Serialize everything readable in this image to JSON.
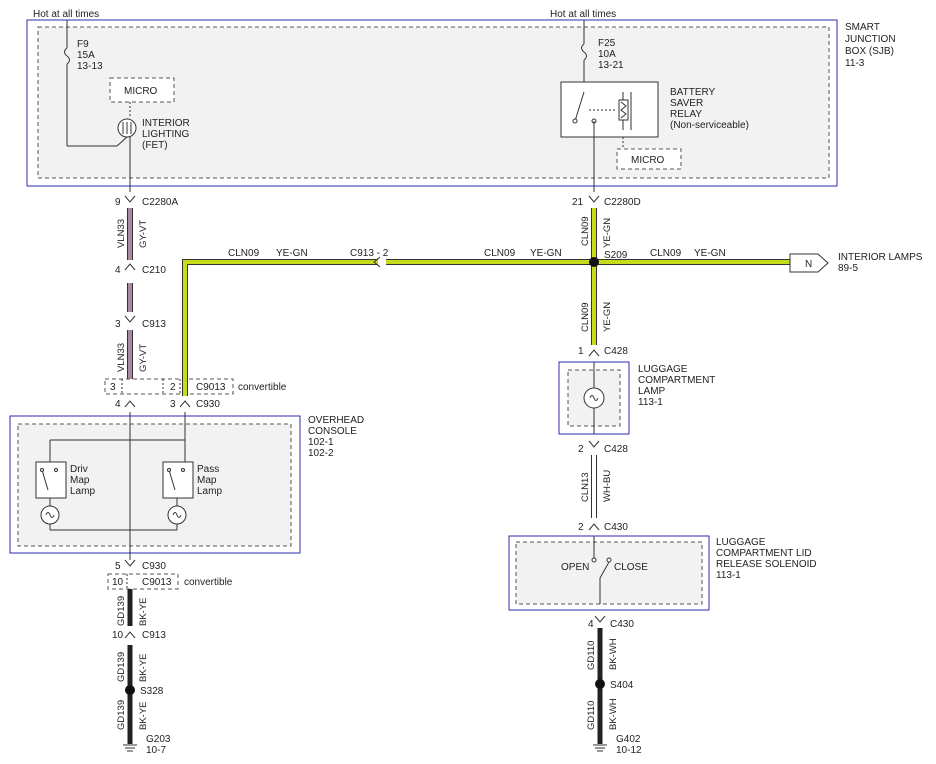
{
  "feeds": {
    "left": "Hot at all times",
    "right": "Hot at all times"
  },
  "sjb": {
    "title_1": "SMART",
    "title_2": "JUNCTION",
    "title_3": "BOX (SJB)",
    "ref": "11-3",
    "fuse_left": {
      "name": "F9",
      "rating": "15A",
      "ref": "13-13"
    },
    "fuse_right": {
      "name": "F25",
      "rating": "10A",
      "ref": "13-21"
    },
    "micro_left": "MICRO",
    "micro_right": "MICRO",
    "interior_lighting_1": "INTERIOR",
    "interior_lighting_2": "LIGHTING",
    "interior_lighting_3": "(FET)",
    "relay_1": "BATTERY",
    "relay_2": "SAVER",
    "relay_3": "RELAY",
    "relay_4": "(Non-serviceable)"
  },
  "connectors": {
    "c2280a_pin": "9",
    "c2280a": "C2280A",
    "c2280d_pin": "21",
    "c2280d": "C2280D",
    "c210_pin": "4",
    "c210": "C210",
    "c913_pin_a": "3",
    "c913_a": "C913",
    "c9013_pin_a": "3",
    "c9013_pin_b": "2",
    "c9013_a": "C9013",
    "convertible_a": "convertible",
    "c930_pin_a": "4",
    "c930_pin_b": "3",
    "c930_a": "C930",
    "c913_2": "C913 - 2",
    "s209": "S209",
    "c428_pin_a": "1",
    "c428_a": "C428",
    "c428_pin_b": "2",
    "c428_b": "C428",
    "c430_pin_a": "2",
    "c430_a": "C430",
    "c930_pin_c": "5",
    "c930_c": "C930",
    "c9013_pin_c": "10",
    "c9013_c": "C9013",
    "convertible_c": "convertible",
    "c913_pin_c": "10",
    "c913_c": "C913",
    "s328": "S328",
    "g203": "G203",
    "g203_ref": "10-7",
    "c430_pin_b": "4",
    "c430_b": "C430",
    "s404": "S404",
    "g402": "G402",
    "g402_ref": "10-12"
  },
  "wires": {
    "vln33": "VLN33",
    "gy_vt": "GY-VT",
    "cln09": "CLN09",
    "ye_gn": "YE-GN",
    "cln13": "CLN13",
    "wh_bu": "WH-BU",
    "gd139": "GD139",
    "bk_ye": "BK-YE",
    "gd110": "GD110",
    "bk_wh": "BK-WH"
  },
  "interior_lamps": {
    "label": "INTERIOR LAMPS",
    "ref": "89-5",
    "tag": "N"
  },
  "overhead": {
    "title_1": "OVERHEAD",
    "title_2": "CONSOLE",
    "ref_1": "102-1",
    "ref_2": "102-2",
    "driv_1": "Driv",
    "driv_2": "Map",
    "driv_3": "Lamp",
    "pass_1": "Pass",
    "pass_2": "Map",
    "pass_3": "Lamp"
  },
  "luggage_lamp": {
    "title_1": "LUGGAGE",
    "title_2": "COMPARTMENT",
    "title_3": "LAMP",
    "ref": "113-1"
  },
  "solenoid": {
    "title_1": "LUGGAGE",
    "title_2": "COMPARTMENT LID",
    "title_3": "RELEASE SOLENOID",
    "ref": "113-1",
    "open": "OPEN",
    "close": "CLOSE"
  },
  "colors": {
    "box_outline": "#2b2bb0",
    "ye_gn": "#c8dc1e",
    "gy_vt": "#a58aa0"
  }
}
